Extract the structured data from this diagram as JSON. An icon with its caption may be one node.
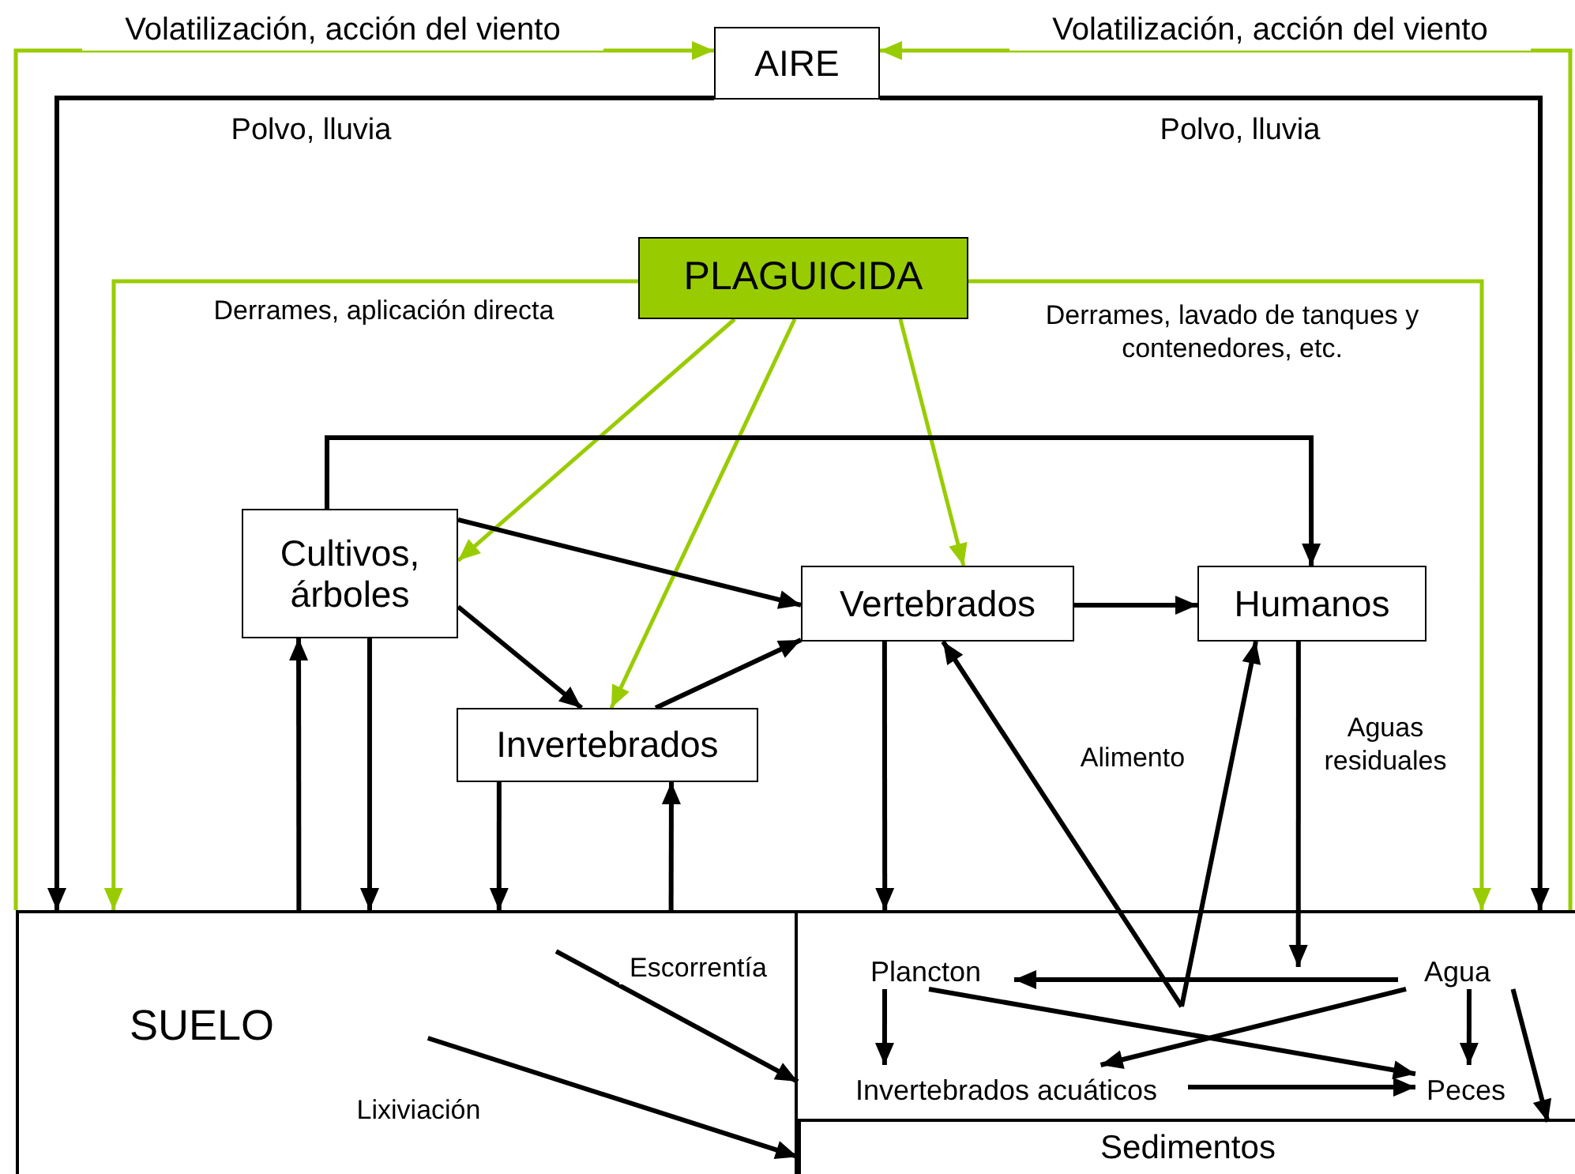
{
  "diagram": {
    "nodes": [
      {
        "text": [
          "AIRE"
        ]
      },
      {
        "text": [
          "PLAGUICIDA"
        ]
      },
      {
        "text": [
          "Cultivos, árboles"
        ]
      },
      {
        "text": [
          "Vertebrados"
        ]
      },
      {
        "text": [
          "Humanos"
        ]
      },
      {
        "text": [
          "Invertebrados"
        ]
      },
      {
        "text": [
          "SUELO"
        ]
      },
      {
        "text": [],
        "shape": "box"
      },
      {
        "text": [
          "Plancton"
        ],
        "in": 7
      },
      {
        "text": [
          "Agua"
        ],
        "in": 7
      },
      {
        "text": [
          "Invertebrados acuáticos"
        ],
        "in": 7
      },
      {
        "text": [
          "Peces"
        ],
        "in": 7
      },
      {
        "text": [
          "Sedimentos"
        ]
      }
    ],
    "edges": [
      {
        "from": 6,
        "to": 0,
        "arrow": "to",
        "color": "#99cc00",
        "label": "Volatilización, acción del viento"
      },
      {
        "from": 7,
        "to": 0,
        "arrow": "to",
        "color": "#99cc00",
        "label": "Volatilización, acción del viento"
      },
      {
        "from": 0,
        "to": 6,
        "arrow": "to",
        "label": "Polvo, lluvia"
      },
      {
        "from": 0,
        "to": 7,
        "arrow": "to",
        "label": "Polvo, lluvia"
      },
      {
        "from": 1,
        "to": 6,
        "arrow": "to",
        "color": "#99cc00",
        "label": "Derrames, aplicación directa"
      },
      {
        "from": 1,
        "to": 7,
        "arrow": "to",
        "color": "#99cc00",
        "label": "Derrames, lavado de tanques y contenedores, etc."
      },
      {
        "from": 1,
        "to": 2,
        "arrow": "to",
        "color": "#99cc00"
      },
      {
        "from": 1,
        "to": 5,
        "arrow": "to",
        "color": "#99cc00"
      },
      {
        "from": 1,
        "to": 3,
        "arrow": "to",
        "color": "#99cc00"
      },
      {
        "from": 2,
        "to": 4,
        "arrow": "to"
      },
      {
        "from": 2,
        "to": 3,
        "arrow": "to"
      },
      {
        "from": 2,
        "to": 5,
        "arrow": "to"
      },
      {
        "from": 5,
        "to": 3,
        "arrow": "to"
      },
      {
        "from": 3,
        "to": 4,
        "arrow": "to"
      },
      {
        "from": 6,
        "to": 2,
        "arrow": "to"
      },
      {
        "from": 2,
        "to": 6,
        "arrow": "to"
      },
      {
        "from": 5,
        "to": 6,
        "arrow": "to"
      },
      {
        "from": 6,
        "to": 5,
        "arrow": "to"
      },
      {
        "from": 3,
        "to": 7,
        "arrow": "to"
      },
      {
        "from": 4,
        "to": 7,
        "arrow": "to",
        "label": "Aguas residuales"
      },
      {
        "from": null,
        "to": 3,
        "arrow": "to",
        "label": "Alimento"
      },
      {
        "from": null,
        "to": 4,
        "arrow": "to"
      },
      {
        "from": 9,
        "to": 8,
        "arrow": "to"
      },
      {
        "from": 9,
        "to": 10,
        "arrow": "to"
      },
      {
        "from": 9,
        "to": 11,
        "arrow": "to"
      },
      {
        "from": 9,
        "to": 12,
        "arrow": "to"
      },
      {
        "from": 8,
        "to": 10,
        "arrow": "to"
      },
      {
        "from": 8,
        "to": 11,
        "arrow": "to"
      },
      {
        "from": 10,
        "to": 11,
        "arrow": "to"
      },
      {
        "from": 6,
        "to": 7,
        "arrow": "to",
        "label": "Escorrentía"
      },
      {
        "from": 6,
        "to": 12,
        "arrow": "to",
        "label": "Lixiviación"
      }
    ]
  }
}
